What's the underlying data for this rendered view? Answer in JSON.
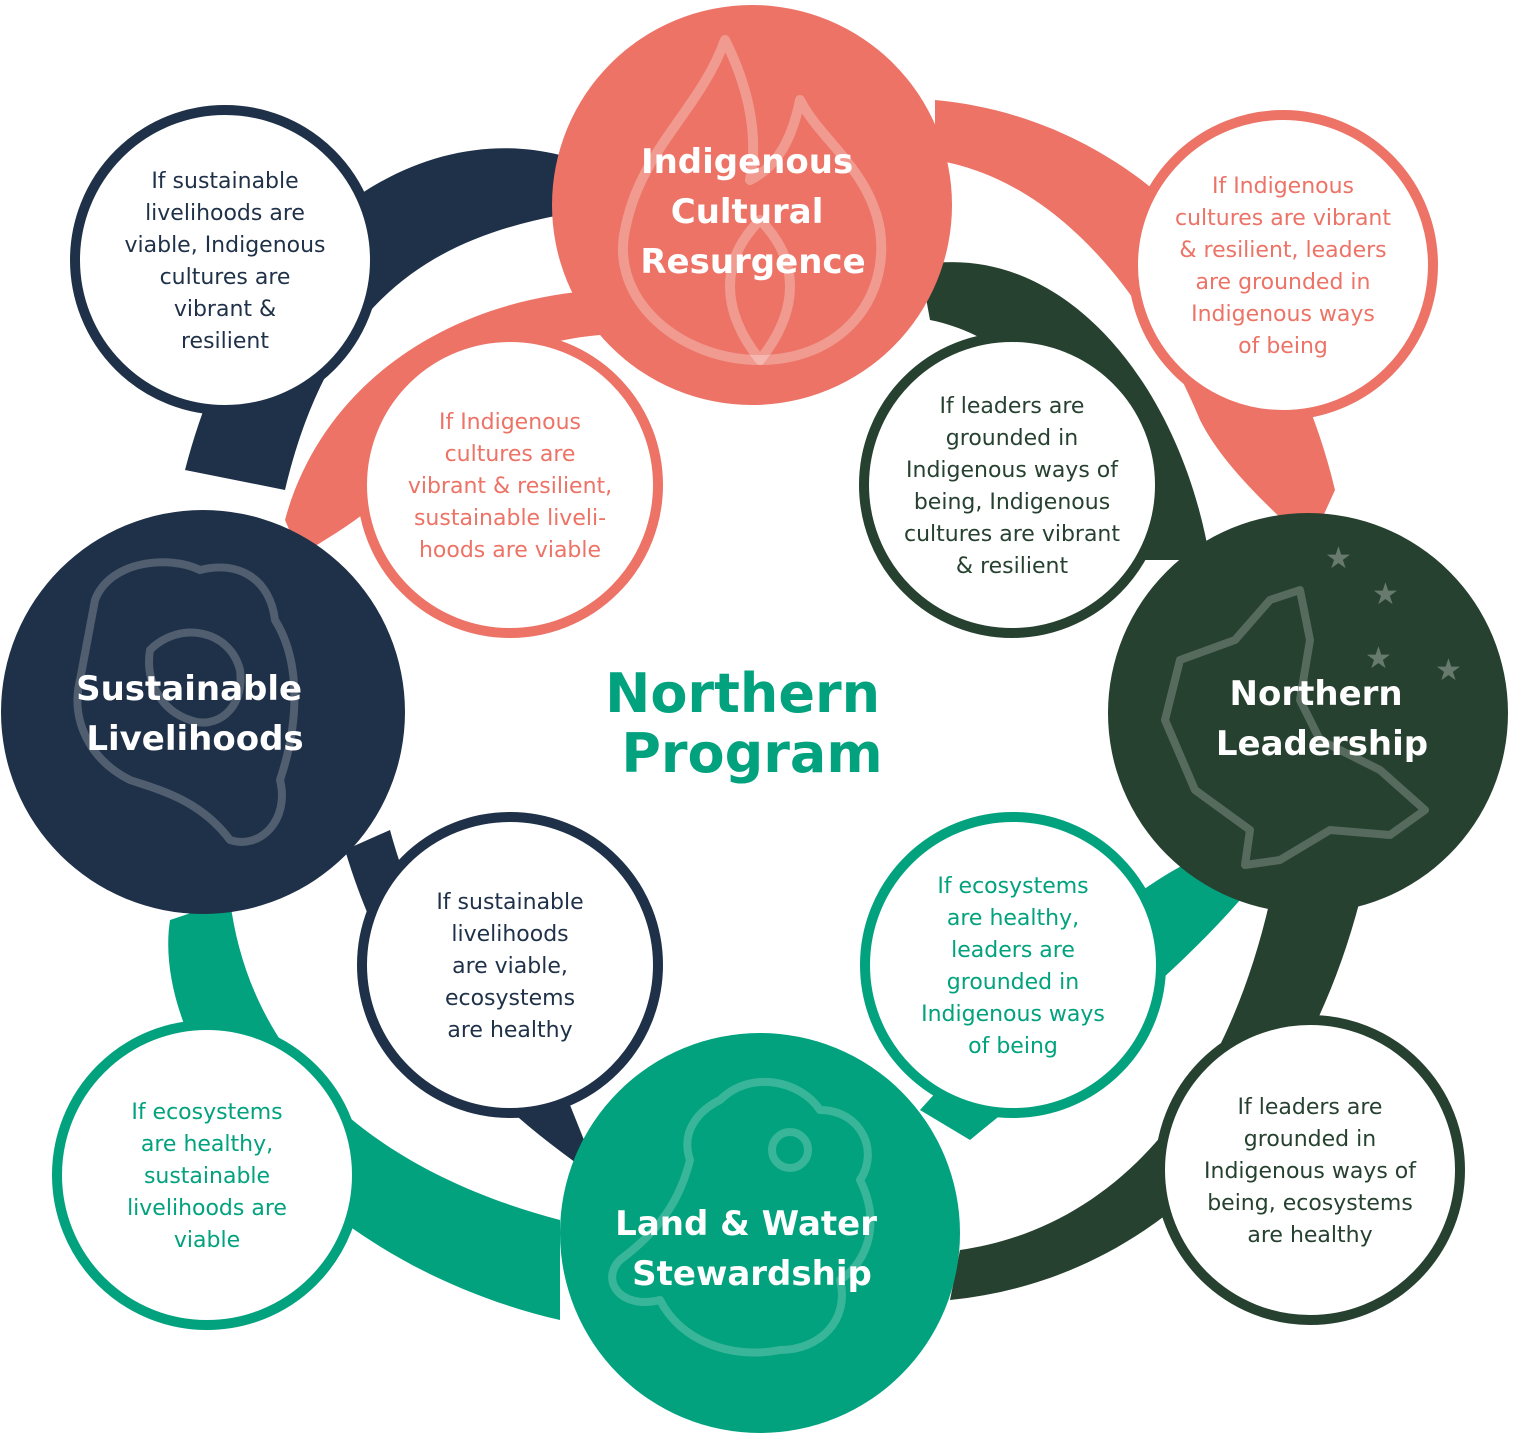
{
  "colors": {
    "coral": "#EC7366",
    "navy": "#1F3148",
    "forest": "#274130",
    "green": "#02A27E"
  },
  "center": {
    "line1": "Northern",
    "line2": "Program"
  },
  "nodes": {
    "culture": {
      "lines": [
        "Indigenous",
        "Cultural",
        "Resurgence"
      ],
      "icon": "flame-icon"
    },
    "leadership": {
      "lines": [
        "Northern",
        "Leadership"
      ],
      "icon": "howling-wolf-icon"
    },
    "land": {
      "lines": [
        "Land & Water",
        "Stewardship"
      ],
      "icon": "beaver-icon"
    },
    "livelihoods": {
      "lines": [
        "Sustainable",
        "Livelihoods"
      ],
      "icon": "caribou-icon"
    }
  },
  "bubbles": {
    "top_left": [
      "If sustainable",
      "livelihoods are",
      "viable, Indigenous",
      "cultures are",
      "vibrant &",
      "resilient"
    ],
    "top_right": [
      "If Indigenous",
      "cultures are vibrant",
      "& resilient, leaders",
      "are grounded in",
      "Indigenous ways",
      "of being"
    ],
    "inner_coral": [
      "If Indigenous",
      "cultures are",
      "vibrant & resilient,",
      "sustainable liveli-",
      "hoods are viable"
    ],
    "inner_forest": [
      "If leaders are",
      "grounded in",
      "Indigenous ways of",
      "being, Indigenous",
      "cultures are vibrant",
      "& resilient"
    ],
    "inner_navy": [
      "If sustainable",
      "livelihoods",
      "are viable,",
      "ecosystems",
      "are healthy"
    ],
    "inner_green": [
      "If ecosystems",
      "are healthy,",
      "leaders are",
      "grounded in",
      "Indigenous ways",
      "of being"
    ],
    "bottom_left": [
      "If ecosystems",
      "are healthy,",
      "sustainable",
      "livelihoods are",
      "viable"
    ],
    "bottom_right": [
      "If leaders are",
      "grounded in",
      "Indigenous ways of",
      "being, ecosystems",
      "are healthy"
    ]
  }
}
